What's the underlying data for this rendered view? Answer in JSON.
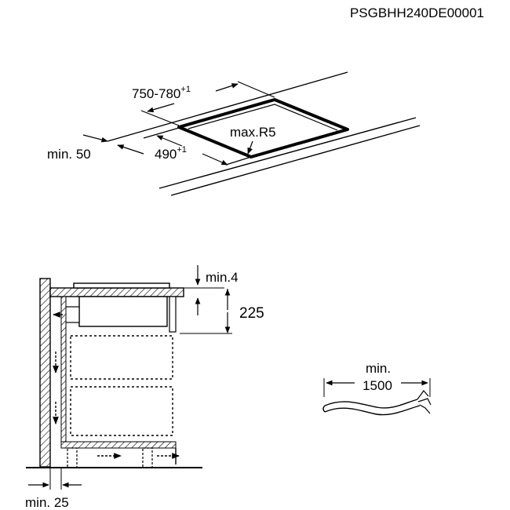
{
  "doc_code": "PSGBHH240DE00001",
  "worktop": {
    "cutout_width": "750-780",
    "cutout_width_tol": "+1",
    "cutout_depth": "490",
    "cutout_depth_tol": "+1",
    "corner_radius": "max.R5",
    "edge_distance": "min. 50"
  },
  "section": {
    "top_gap": "min.4",
    "height": "225",
    "wall_gap": "min. 25"
  },
  "cable": {
    "label_line1": "min.",
    "label_line2": "1500"
  }
}
